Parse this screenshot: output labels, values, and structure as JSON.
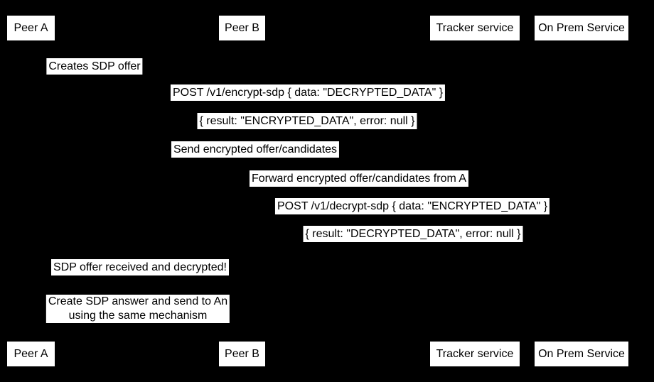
{
  "diagram": {
    "type": "sequence-diagram",
    "colors": {
      "background": "#000000",
      "label_background": "#ffffff",
      "label_text": "#000000"
    }
  },
  "actors": [
    {
      "label": "Peer A"
    },
    {
      "label": "Peer B"
    },
    {
      "label": "Tracker service"
    },
    {
      "label": "On Prem Service"
    }
  ],
  "messages": [
    {
      "text": "Creates SDP offer"
    },
    {
      "text": "POST /v1/encrypt-sdp { data: \"DECRYPTED_DATA\" }"
    },
    {
      "text": "{ result: \"ENCRYPTED_DATA\", error: null }"
    },
    {
      "text": "Send encrypted offer/candidates"
    },
    {
      "text": "Forward encrypted offer/candidates from A"
    },
    {
      "text": "POST /v1/decrypt-sdp { data: \"ENCRYPTED_DATA\" }"
    },
    {
      "text": "{ result: \"DECRYPTED_DATA\", error: null }"
    },
    {
      "text": "SDP offer received and decrypted!"
    },
    {
      "text": "Create SDP answer and send to An\nusing the same mechanism"
    }
  ]
}
